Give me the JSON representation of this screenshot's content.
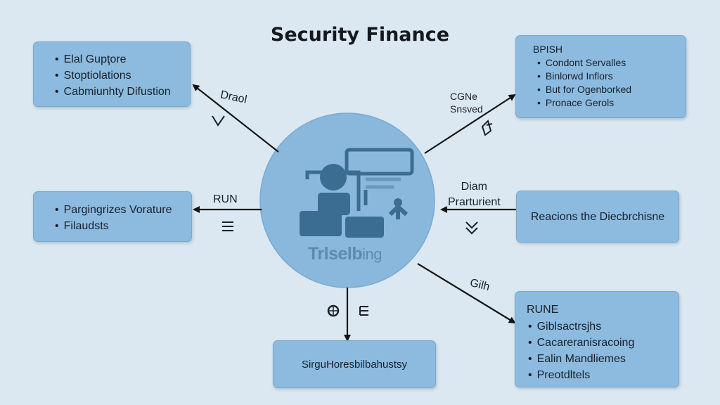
{
  "title": "Security Finance",
  "boxes": {
    "top_left": {
      "items": [
        "Elal Gupţore",
        "Stoptiolations",
        "Cabmiunhty Difustion"
      ]
    },
    "top_right": {
      "heading": "BPISH",
      "items": [
        "Condont Servalles",
        "Binlorwd Inflors",
        "But for Ogenborked",
        "Pronace Gerols"
      ]
    },
    "mid_left": {
      "items": [
        "Pargingrizes Vorature",
        "Filaudsts"
      ]
    },
    "mid_right": {
      "text": "Reacions the Diecbrchisne"
    },
    "bottom_center": {
      "text": "SirguHoresbilbahustsy"
    },
    "bottom_right": {
      "heading": "RUNE",
      "items": [
        "Giblsactrsjhs",
        "Cacareranisracoing",
        "Ealin Mandliemes",
        "Preotdltels"
      ]
    }
  },
  "connectors": {
    "top_left": "Draol",
    "top_right_line1": "CGNe",
    "top_right_line2": "Snsved",
    "mid_left": "RUN",
    "mid_right_line1": "Diam",
    "mid_right_line2": "Prarturient",
    "bottom_right": "Gilh"
  },
  "hub": {
    "label_bold": "Trlselb",
    "label_light": "ing"
  },
  "colors": {
    "background": "#dbe8f1",
    "box_fill": "#8dbbdf",
    "hub_fill": "#8ab8dd",
    "icon": "#3b6c92",
    "arrow": "#141414"
  }
}
